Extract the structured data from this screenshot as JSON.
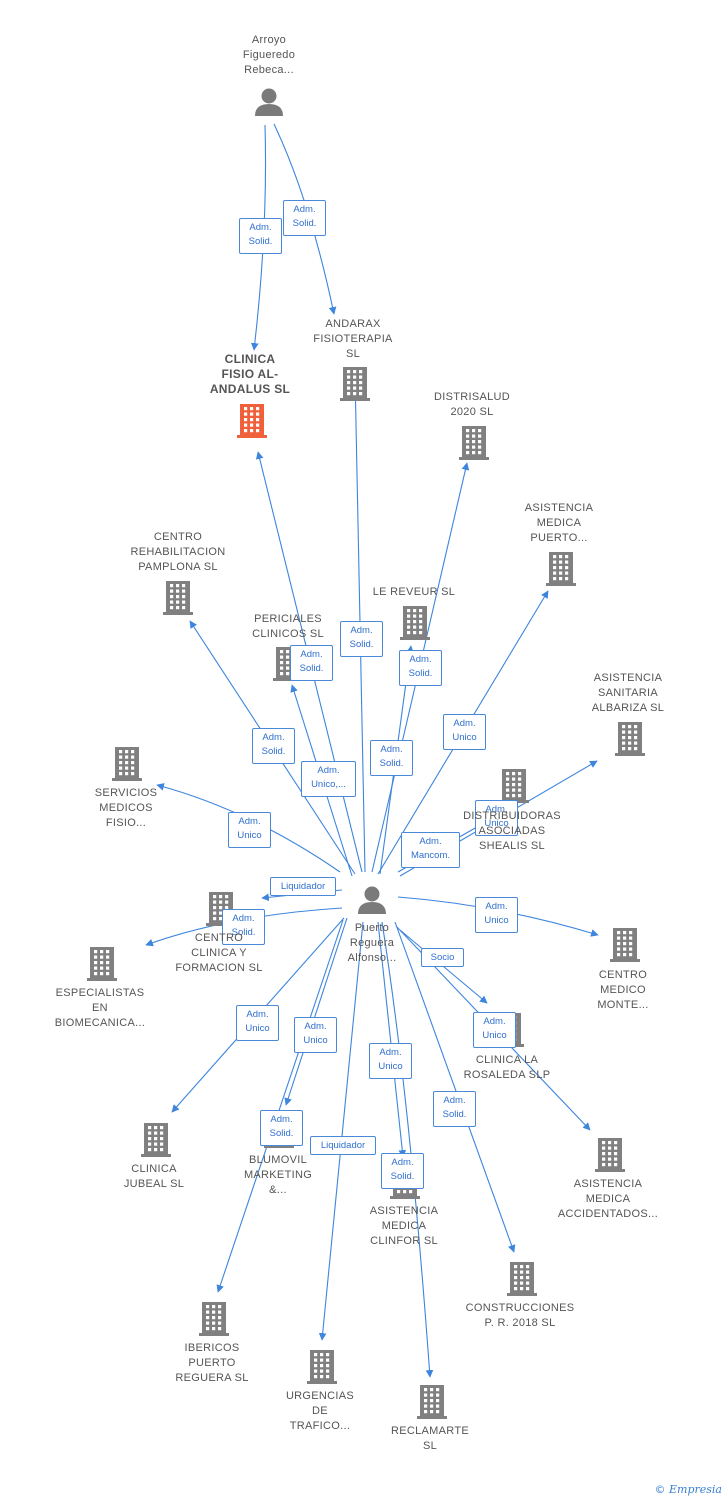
{
  "colors": {
    "edge": "#3d85dd",
    "building": "#808080",
    "main_building": "#f0603a",
    "person": "#7a7a7a"
  },
  "footer": {
    "copyright": "©",
    "brand": "Empresia"
  },
  "nodes": [
    {
      "id": "arroyo",
      "type": "person",
      "label": "Arroyo\nFigueredo\nRebeca..."
    },
    {
      "id": "puerto",
      "type": "person",
      "label": "Puerto\nReguera\nAlfonso..."
    },
    {
      "id": "clinica_fisio",
      "type": "company",
      "main": true,
      "label": "CLINICA\nFISIO AL-\nANDALUS  SL"
    },
    {
      "id": "andarax",
      "type": "company",
      "label": "ANDARAX\nFISIOTERAPIA\nSL"
    },
    {
      "id": "distrisalud",
      "type": "company",
      "label": "DISTRISALUD\n2020  SL"
    },
    {
      "id": "asist_puerto",
      "type": "company",
      "label": "ASISTENCIA\nMEDICA\nPUERTO..."
    },
    {
      "id": "centro_rehab",
      "type": "company",
      "label": "CENTRO\nREHABILITACION\nPAMPLONA  SL"
    },
    {
      "id": "le_reveur",
      "type": "company",
      "label": "LE REVEUR  SL"
    },
    {
      "id": "periciales",
      "type": "company",
      "label": "PERICIALES\nCLINICOS  SL"
    },
    {
      "id": "albariza",
      "type": "company",
      "label": "ASISTENCIA\nSANITARIA\nALBARIZA  SL"
    },
    {
      "id": "servicios",
      "type": "company",
      "label": "SERVICIOS\nMEDICOS\nFISIO..."
    },
    {
      "id": "shealis",
      "type": "company",
      "label": "DISTRIBUIDORAS\nASOCIADAS\nSHEALIS  SL"
    },
    {
      "id": "centro_clinica",
      "type": "company",
      "label": "CENTRO\nCLINICA Y\nFORMACION SL"
    },
    {
      "id": "especialistas",
      "type": "company",
      "label": "ESPECIALISTAS\nEN\nBIOMECANICA..."
    },
    {
      "id": "monte",
      "type": "company",
      "label": "CENTRO\nMEDICO\nMONTE..."
    },
    {
      "id": "rosaleda",
      "type": "company",
      "label": "CLINICA LA\nROSALEDA SLP"
    },
    {
      "id": "jubeal",
      "type": "company",
      "label": "CLINICA\nJUBEAL  SL"
    },
    {
      "id": "blumovil",
      "type": "company",
      "label": "BLUMOVIL\nMARKETING\n&..."
    },
    {
      "id": "clinfor",
      "type": "company",
      "label": "ASISTENCIA\nMEDICA\nCLINFOR  SL"
    },
    {
      "id": "accidentados",
      "type": "company",
      "label": "ASISTENCIA\nMEDICA\nACCIDENTADOS..."
    },
    {
      "id": "construcciones",
      "type": "company",
      "label": "CONSTRUCCIONES\nP. R. 2018  SL"
    },
    {
      "id": "ibericos",
      "type": "company",
      "label": "IBERICOS\nPUERTO\nREGUERA  SL"
    },
    {
      "id": "urgencias",
      "type": "company",
      "label": "URGENCIAS\nDE\nTRAFICO..."
    },
    {
      "id": "reclamarte",
      "type": "company",
      "label": "RECLAMARTE\nSL"
    }
  ],
  "edges": [
    {
      "from": "arroyo",
      "to": "clinica_fisio",
      "label": "Adm.\nSolid."
    },
    {
      "from": "arroyo",
      "to": "andarax",
      "label": "Adm.\nSolid."
    },
    {
      "from": "puerto",
      "to": "clinica_fisio",
      "label": "Adm.\nSolid."
    },
    {
      "from": "puerto",
      "to": "andarax",
      "label": "Adm.\nSolid."
    },
    {
      "from": "puerto",
      "to": "distrisalud",
      "label": "Adm.\nSolid."
    },
    {
      "from": "puerto",
      "to": "asist_puerto",
      "label": "Adm.\nUnico"
    },
    {
      "from": "puerto",
      "to": "centro_rehab",
      "label": "Adm.\nSolid."
    },
    {
      "from": "puerto",
      "to": "le_reveur",
      "label": "Adm.\nSolid."
    },
    {
      "from": "puerto",
      "to": "periciales",
      "label": "Adm.\nUnico,..."
    },
    {
      "from": "puerto",
      "to": "albariza",
      "label": "Adm.\nUnico"
    },
    {
      "from": "puerto",
      "to": "servicios",
      "label": "Adm.\nUnico"
    },
    {
      "from": "puerto",
      "to": "shealis",
      "label": "Adm.\nMancom."
    },
    {
      "from": "puerto",
      "to": "centro_clinica",
      "label": "Liquidador"
    },
    {
      "from": "puerto",
      "to": "especialistas",
      "label": "Adm.\nSolid."
    },
    {
      "from": "puerto",
      "to": "monte",
      "label": "Adm.\nUnico"
    },
    {
      "from": "puerto",
      "to": "rosaleda",
      "label": "Socio"
    },
    {
      "from": "puerto",
      "to": "accidentados",
      "label": "Adm.\nUnico"
    },
    {
      "from": "puerto",
      "to": "jubeal",
      "label": "Adm.\nUnico"
    },
    {
      "from": "puerto",
      "to": "blumovil",
      "label": "Adm.\nUnico"
    },
    {
      "from": "puerto",
      "to": "ibericos",
      "label": "Adm.\nSolid."
    },
    {
      "from": "puerto",
      "to": "urgencias",
      "label": "Liquidador"
    },
    {
      "from": "puerto",
      "to": "clinfor",
      "label": "Adm.\nUnico"
    },
    {
      "from": "puerto",
      "to": "reclamarte",
      "label": "Adm.\nSolid."
    },
    {
      "from": "puerto",
      "to": "construcciones",
      "label": "Adm.\nSolid."
    }
  ]
}
